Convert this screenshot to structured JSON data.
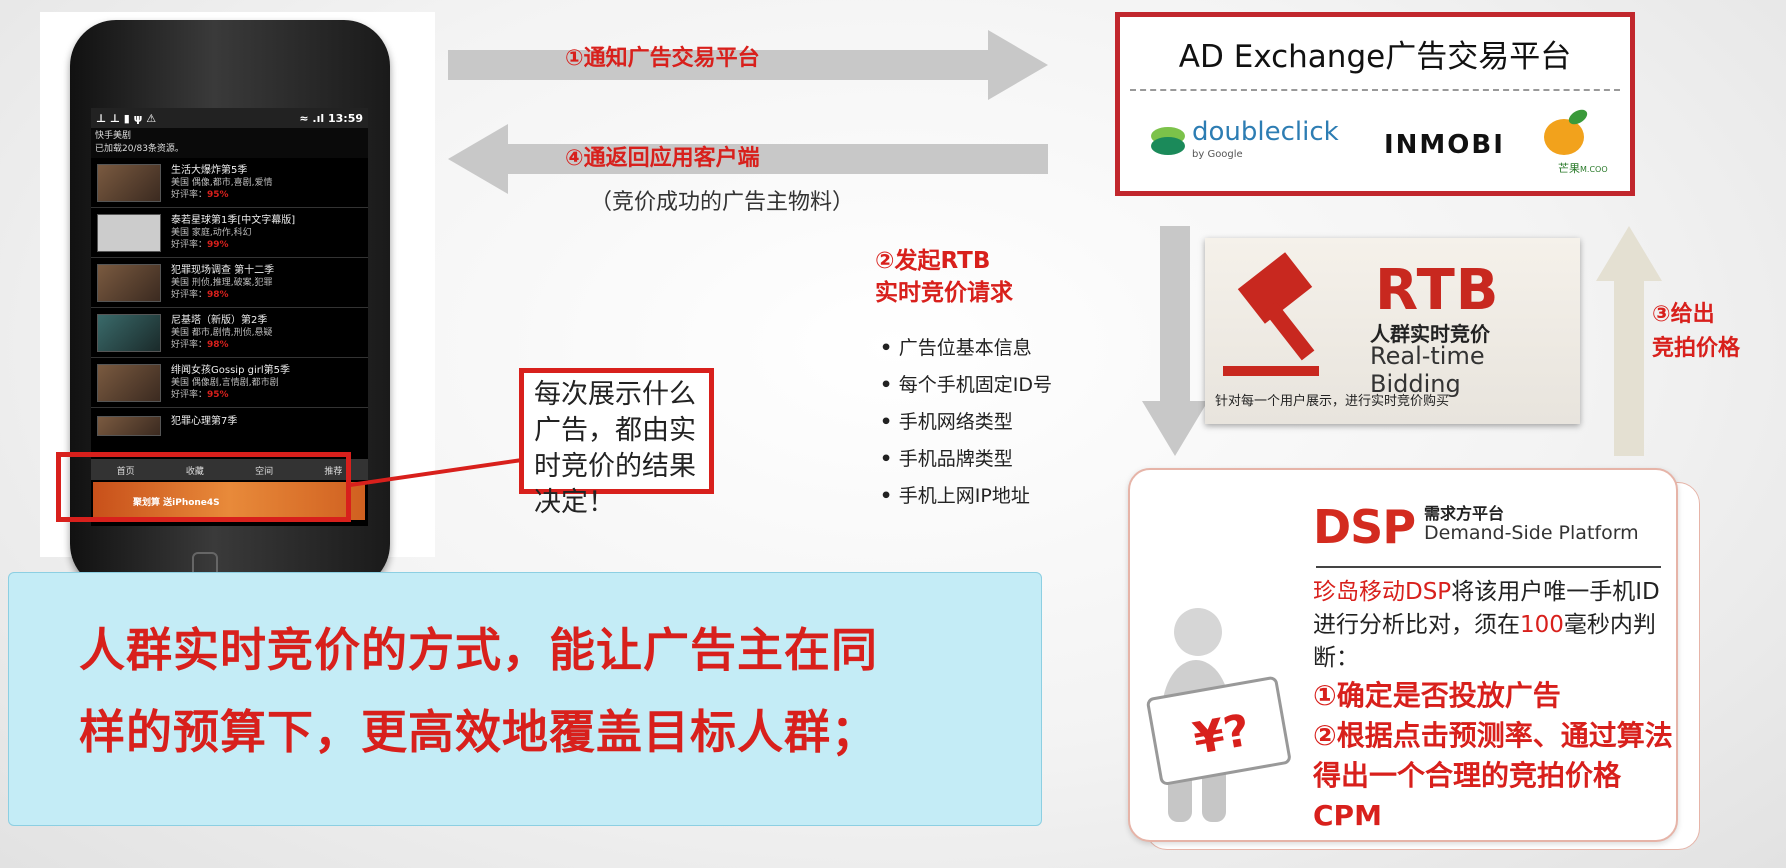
{
  "phone": {
    "status_time": "13:59",
    "status_icons": "⊥ ⊥ ▮ ψ ⚠",
    "signal": "≈ .ıl",
    "header_title": "快手美剧",
    "header_sub": "已加载20/83条资源。",
    "items": [
      {
        "title": "生活大爆炸第5季",
        "sub": "美国 偶像,都市,喜剧,爱情",
        "rate_label": "好评率：",
        "rate": "95%"
      },
      {
        "title": "泰若星球第1季[中文字幕版]",
        "sub": "美国 家庭,动作,科幻",
        "rate_label": "好评率：",
        "rate": "99%"
      },
      {
        "title": "犯罪现场调查 第十二季",
        "sub": "美国 刑侦,推理,破案,犯罪",
        "rate_label": "好评率：",
        "rate": "98%"
      },
      {
        "title": "尼基塔（新版）第2季",
        "sub": "美国 都市,剧情,刑侦,悬疑",
        "rate_label": "好评率：",
        "rate": "98%"
      },
      {
        "title": "绯闻女孩Gossip girl第5季",
        "sub": "美国 偶像剧,言情剧,都市剧",
        "rate_label": "好评率：",
        "rate": "95%"
      },
      {
        "title": "犯罪心理第7季",
        "sub": "",
        "rate_label": "",
        "rate": ""
      }
    ],
    "tabs": [
      "首页",
      "收藏",
      "空间",
      "推荐"
    ],
    "ad_text": "聚划算 送iPhone4S"
  },
  "callout": "每次展示什么广告，都由实时竞价的结果决定！",
  "arrows": {
    "step1": "①通知广告交易平台",
    "step4": "④通返回应用客户端",
    "step4_sub": "（竞价成功的广告主物料）"
  },
  "adx": {
    "title": "AD Exchange广告交易平台",
    "doubleclick": "doubleclick",
    "doubleclick_by": "by Google",
    "inmobi": "INMOBI",
    "mango": "芒果",
    "mango_suffix": "M.COO"
  },
  "step2": {
    "line1": "②发起RTB",
    "line2": "实时竞价请求",
    "items": [
      "广告位基本信息",
      "每个手机固定ID号",
      "手机网络类型",
      "手机品牌类型",
      "手机上网IP地址"
    ]
  },
  "rtb": {
    "title": "RTB",
    "cn": "人群实时竞价",
    "en": "Real-time Bidding",
    "footer": "针对每一个用户展示，进行实时竞价购买"
  },
  "step3": {
    "line1": "③给出",
    "line2": "竞拍价格"
  },
  "dsp": {
    "title": "DSP",
    "cn": "需求方平台",
    "en": "Demand-Side Platform",
    "text_prefix": "珍岛移动DSP",
    "text_mid": "将该用户唯一手机ID进行分析比对，须在",
    "text_num": "100",
    "text_suffix": "毫秒内判断：",
    "bold1": "①确定是否投放广告",
    "bold2": "②根据点击预测率、通过算法得出一个合理的竞拍价格CPM",
    "sign_text": "¥?"
  },
  "bottom": {
    "line1": "人群实时竞价的方式，能让广告主在同",
    "line2": "样的预算下，更高效地覆盖目标人群；"
  },
  "colors": {
    "red": "#d8201c",
    "adx_border": "#c1272d",
    "bottom_bg": "#c4ecf6"
  }
}
